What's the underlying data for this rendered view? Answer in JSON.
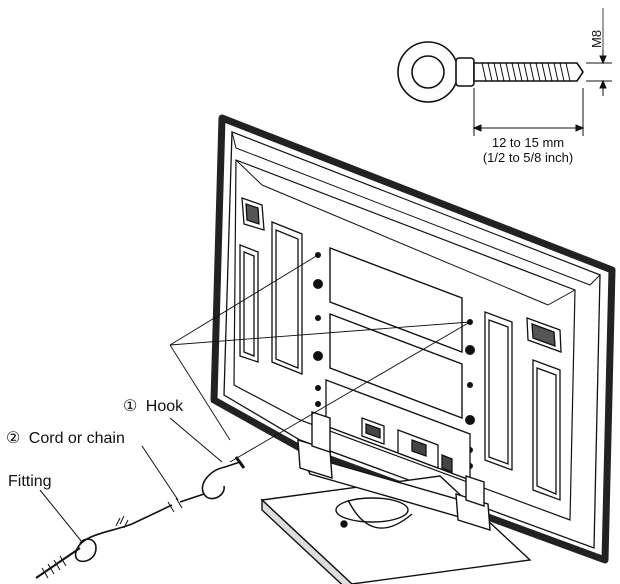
{
  "bolt": {
    "thread_size": "M8",
    "length_mm": "12 to 15 mm",
    "length_inch": "(1/2 to 5/8 inch)"
  },
  "callouts": {
    "hook_number": "①",
    "hook_label": "Hook",
    "cord_number": "②",
    "cord_label": "Cord or chain",
    "fitting_label": "Fitting"
  },
  "colors": {
    "stroke": "#111111",
    "tv_frame": "#2a2a2a",
    "background": "#ffffff"
  }
}
